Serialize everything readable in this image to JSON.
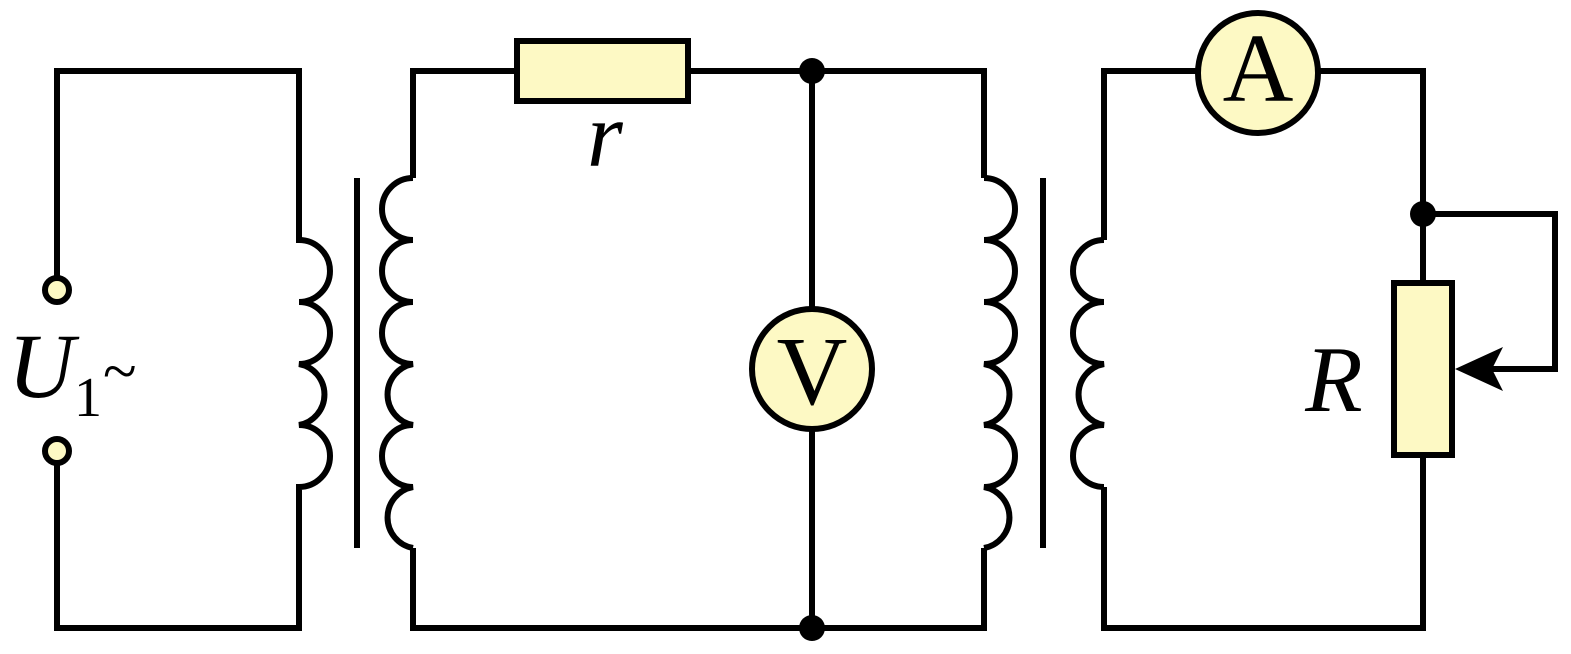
{
  "labels": {
    "source_letter": "U",
    "source_subscript": "1",
    "source_ac_symbol": "~",
    "resistor": "r",
    "voltmeter": "V",
    "ammeter": "A",
    "rheostat": "R"
  },
  "colors": {
    "component_fill": "#fdf9c4",
    "ink": "#000000"
  }
}
